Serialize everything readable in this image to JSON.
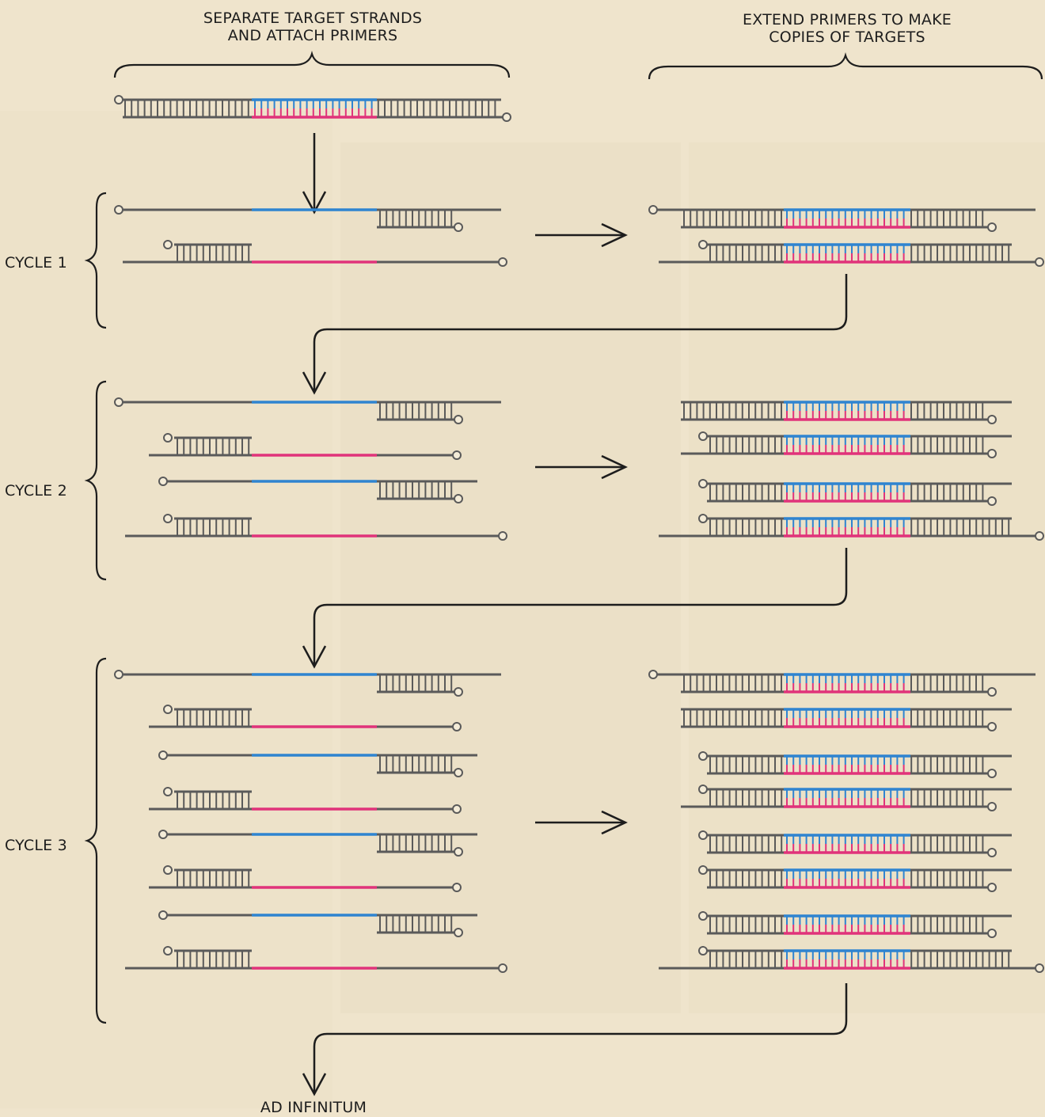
{
  "headings": {
    "left_line1": "SEPARATE TARGET STRANDS",
    "left_line2": "AND ATTACH PRIMERS",
    "right_line1": "EXTEND PRIMERS TO MAKE",
    "right_line2": "COPIES OF TARGETS"
  },
  "cycles": [
    "CYCLE 1",
    "CYCLE 2",
    "CYCLE 3"
  ],
  "footer": "AD INFINITUM",
  "colors": {
    "background": "#efe4cc",
    "strand": "#5a5a5a",
    "target_top": "#2f84d0",
    "target_bottom": "#e0337a",
    "ink": "#1d1d1d"
  }
}
